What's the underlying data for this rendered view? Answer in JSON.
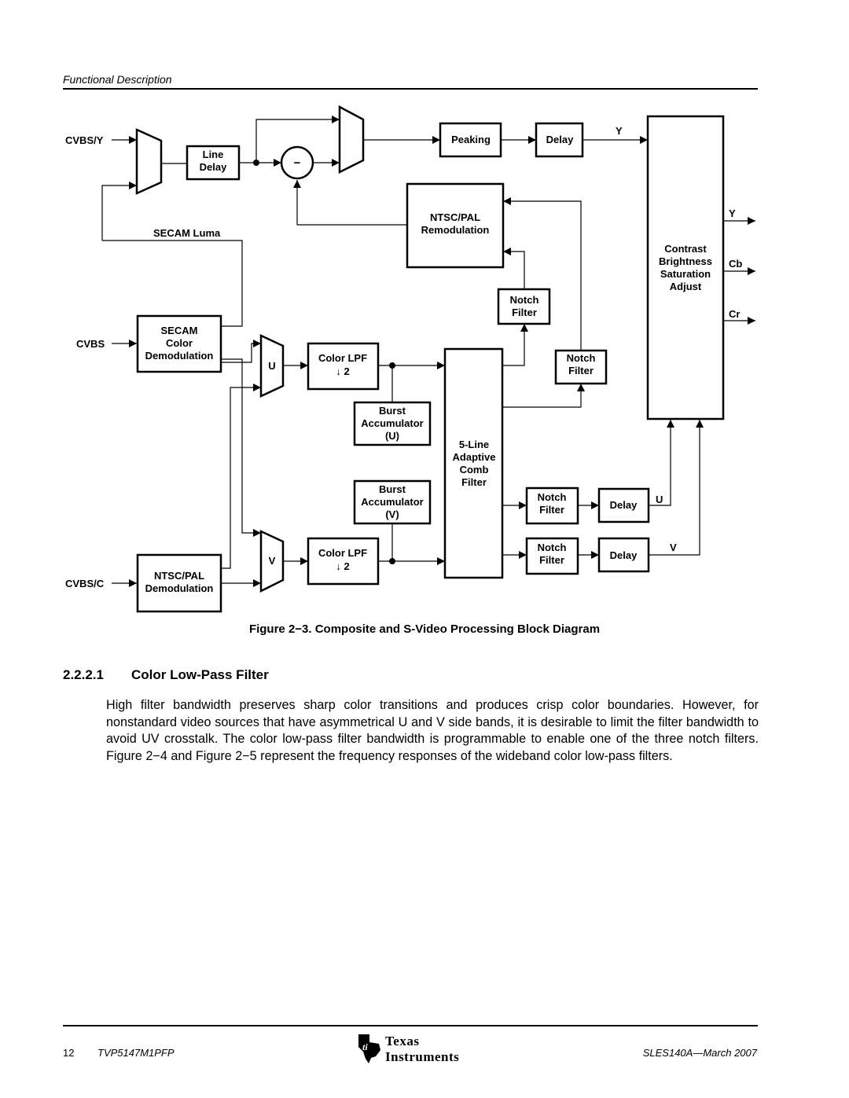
{
  "header": {
    "running_title": "Functional Description"
  },
  "diagram": {
    "inputs": {
      "cvbs_y": "CVBS/Y",
      "cvbs": "CVBS",
      "cvbs_c": "CVBS/C"
    },
    "line_delay": [
      "Line",
      "Delay"
    ],
    "subtractor": "−",
    "secam_luma": "SECAM Luma",
    "secam_demod": [
      "SECAM",
      "Color",
      "Demodulation"
    ],
    "ntsc_pal_demod": [
      "NTSC/PAL",
      "Demodulation"
    ],
    "ntsc_pal_remod": [
      "NTSC/PAL",
      "Remodulation"
    ],
    "peaking": "Peaking",
    "delay": "Delay",
    "notch_filter": [
      "Notch",
      "Filter"
    ],
    "mux_u": "U",
    "mux_v": "V",
    "color_lpf": [
      "Color LPF",
      "↓ 2"
    ],
    "burst_acc_u": [
      "Burst",
      "Accumulator",
      "(U)"
    ],
    "burst_acc_v": [
      "Burst",
      "Accumulator",
      "(V)"
    ],
    "comb_filter": [
      "5-Line",
      "Adaptive",
      "Comb",
      "Filter"
    ],
    "adjust_block": [
      "Contrast",
      "Brightness",
      "Saturation",
      "Adjust"
    ],
    "signals": {
      "y": "Y",
      "u": "U",
      "v": "V",
      "cb": "Cb",
      "cr": "Cr"
    }
  },
  "figure_caption": "Figure 2−3. Composite and S-Video Processing Block Diagram",
  "section": {
    "number": "2.2.2.1",
    "title": "Color Low-Pass Filter",
    "body": "High filter bandwidth preserves sharp color transitions and produces crisp color boundaries. However, for nonstandard video sources that have asymmetrical U and V side bands, it is desirable to limit the filter bandwidth to avoid UV crosstalk. The color low-pass filter bandwidth is programmable to enable one of the three notch filters. Figure 2−4 and Figure 2−5 represent the frequency responses of the wideband color low-pass filters."
  },
  "footer": {
    "page_number": "12",
    "document": "TVP5147M1PFP",
    "logo_text": [
      "Texas",
      "Instruments"
    ],
    "doc_ref": "SLES140A—March 2007"
  }
}
